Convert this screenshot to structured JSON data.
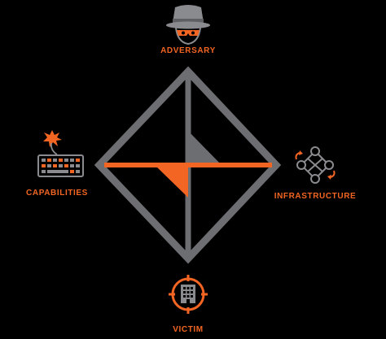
{
  "colors": {
    "background": "#000000",
    "accent": "#F26522",
    "frame": "#6D6E71",
    "icon_gray": "#8A8B8E"
  },
  "nodes": {
    "adversary": {
      "label": "ADVERSARY",
      "icon": "hat-icon"
    },
    "capabilities": {
      "label": "CAPABILITIES",
      "icon": "keyboard-explosion-icon"
    },
    "infrastructure": {
      "label": "INFRASTRUCTURE",
      "icon": "network-icon"
    },
    "victim": {
      "label": "VICTIM",
      "icon": "building-target-icon"
    }
  }
}
